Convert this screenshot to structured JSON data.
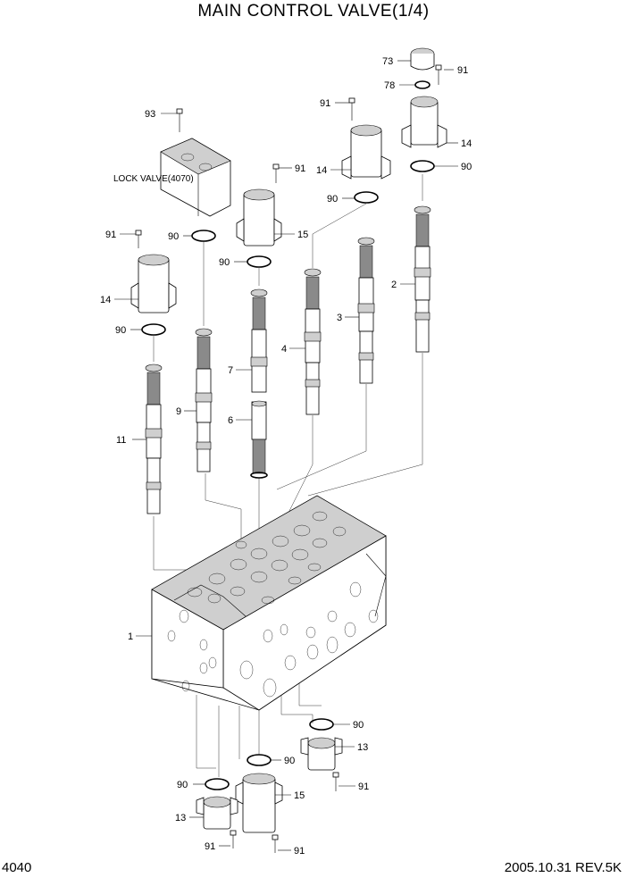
{
  "title": "MAIN CONTROL VALVE(1/4)",
  "footer": {
    "page_code": "4040",
    "date_rev": "2005.10.31  REV.5K"
  },
  "callouts": {
    "c73": "73",
    "c78": "78",
    "c91a": "91",
    "c14a": "14",
    "c90a": "90",
    "c93": "93",
    "c91b": "91",
    "c14b": "14",
    "c91c": "91",
    "c90b": "90",
    "c15a": "15",
    "c91d": "91",
    "c90c": "90",
    "c90d": "90",
    "c14c": "14",
    "c90e": "90",
    "c2": "2",
    "c3": "3",
    "c4": "4",
    "c7": "7",
    "c9": "9",
    "c6": "6",
    "c11": "11",
    "c1": "1",
    "c90f": "90",
    "c13a": "13",
    "c90g": "90",
    "c91e": "91",
    "c90h": "90",
    "c15b": "15",
    "c13b": "13",
    "c91f": "91",
    "c91g": "91"
  },
  "lock_valve_label": "LOCK VALVE(4070)"
}
